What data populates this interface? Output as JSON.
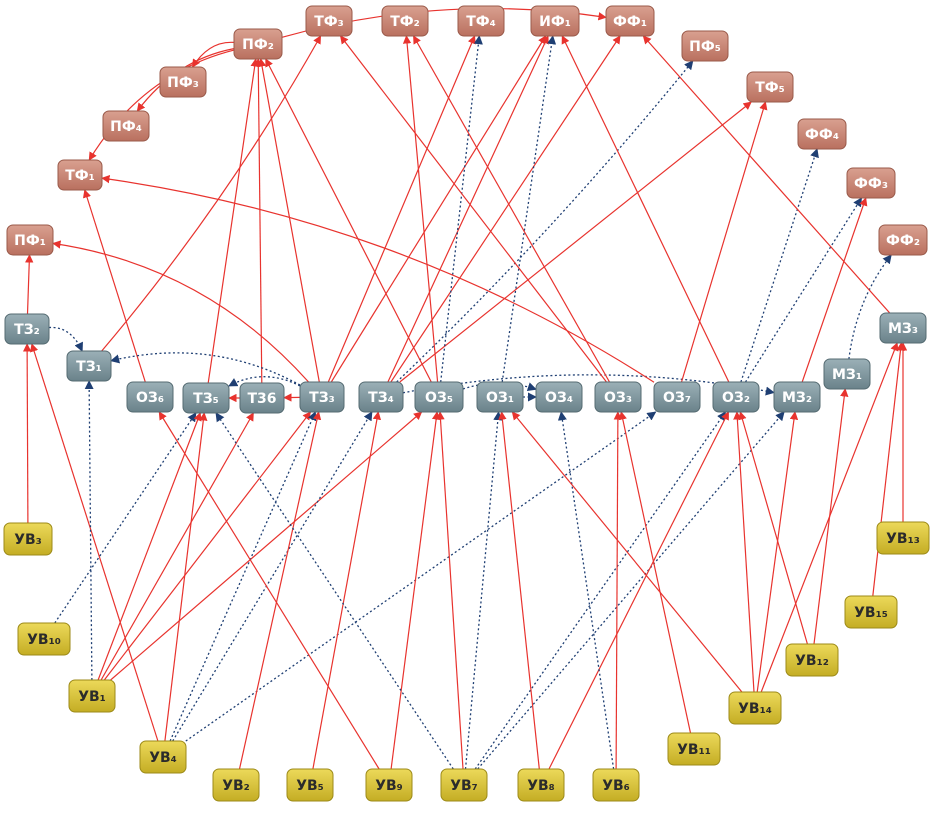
{
  "nodes": [
    {
      "id": "PF2",
      "label": "ПФ₂",
      "group": "top"
    },
    {
      "id": "TF3",
      "label": "ТФ₃",
      "group": "top"
    },
    {
      "id": "TF2",
      "label": "ТФ₂",
      "group": "top"
    },
    {
      "id": "TF4",
      "label": "ТФ₄",
      "group": "top"
    },
    {
      "id": "IF1",
      "label": "ИФ₁",
      "group": "top"
    },
    {
      "id": "FF1",
      "label": "ФФ₁",
      "group": "top"
    },
    {
      "id": "PF5",
      "label": "ПФ₅",
      "group": "top"
    },
    {
      "id": "PF3",
      "label": "ПФ₃",
      "group": "top"
    },
    {
      "id": "PF4",
      "label": "ПФ₄",
      "group": "top"
    },
    {
      "id": "TF5",
      "label": "ТФ₅",
      "group": "top"
    },
    {
      "id": "FF4",
      "label": "ФФ₄",
      "group": "top"
    },
    {
      "id": "TF1",
      "label": "ТФ₁",
      "group": "top"
    },
    {
      "id": "FF3",
      "label": "ФФ₃",
      "group": "top"
    },
    {
      "id": "PF1",
      "label": "ПФ₁",
      "group": "top"
    },
    {
      "id": "FF2",
      "label": "ФФ₂",
      "group": "top"
    },
    {
      "id": "TZ2",
      "label": "ТЗ₂",
      "group": "mid"
    },
    {
      "id": "TZ1",
      "label": "ТЗ₁",
      "group": "mid"
    },
    {
      "id": "MZ3",
      "label": "МЗ₃",
      "group": "mid"
    },
    {
      "id": "MZ1",
      "label": "МЗ₁",
      "group": "mid"
    },
    {
      "id": "OZ6",
      "label": "ОЗ₆",
      "group": "mid"
    },
    {
      "id": "TZ5",
      "label": "ТЗ₅",
      "group": "mid"
    },
    {
      "id": "T36",
      "label": "Т36",
      "group": "mid"
    },
    {
      "id": "TZ3",
      "label": "ТЗ₃",
      "group": "mid"
    },
    {
      "id": "TZ4",
      "label": "ТЗ₄",
      "group": "mid"
    },
    {
      "id": "OZ5",
      "label": "ОЗ₅",
      "group": "mid"
    },
    {
      "id": "OZ1",
      "label": "ОЗ₁",
      "group": "mid"
    },
    {
      "id": "OZ4",
      "label": "ОЗ₄",
      "group": "mid"
    },
    {
      "id": "OZ3",
      "label": "ОЗ₃",
      "group": "mid"
    },
    {
      "id": "OZ7",
      "label": "ОЗ₇",
      "group": "mid"
    },
    {
      "id": "OZ2",
      "label": "ОЗ₂",
      "group": "mid"
    },
    {
      "id": "MZ2",
      "label": "МЗ₂",
      "group": "mid"
    },
    {
      "id": "UV3",
      "label": "УВ₃",
      "group": "bottom"
    },
    {
      "id": "UV13",
      "label": "УВ₁₃",
      "group": "bottom"
    },
    {
      "id": "UV10",
      "label": "УВ₁₀",
      "group": "bottom"
    },
    {
      "id": "UV15",
      "label": "УВ₁₅",
      "group": "bottom"
    },
    {
      "id": "UV12",
      "label": "УВ₁₂",
      "group": "bottom"
    },
    {
      "id": "UV1",
      "label": "УВ₁",
      "group": "bottom"
    },
    {
      "id": "UV14",
      "label": "УВ₁₄",
      "group": "bottom"
    },
    {
      "id": "UV4",
      "label": "УВ₄",
      "group": "bottom"
    },
    {
      "id": "UV11",
      "label": "УВ₁₁",
      "group": "bottom"
    },
    {
      "id": "UV2",
      "label": "УВ₂",
      "group": "bottom"
    },
    {
      "id": "UV5",
      "label": "УВ₅",
      "group": "bottom"
    },
    {
      "id": "UV9",
      "label": "УВ₉",
      "group": "bottom"
    },
    {
      "id": "UV7",
      "label": "УВ₇",
      "group": "bottom"
    },
    {
      "id": "UV8",
      "label": "УВ₈",
      "group": "bottom"
    },
    {
      "id": "UV6",
      "label": "УВ₆",
      "group": "bottom"
    }
  ],
  "edges": [
    {
      "from": "UV3",
      "to": "TZ2",
      "style": "solid"
    },
    {
      "from": "UV4",
      "to": "TZ2",
      "style": "solid"
    },
    {
      "from": "UV10",
      "to": "TZ5",
      "style": "dotted"
    },
    {
      "from": "UV1",
      "to": "TZ1",
      "style": "dotted"
    },
    {
      "from": "UV1",
      "to": "TZ5",
      "style": "solid"
    },
    {
      "from": "UV1",
      "to": "T36",
      "style": "solid"
    },
    {
      "from": "UV1",
      "to": "TZ3",
      "style": "solid"
    },
    {
      "from": "UV1",
      "to": "OZ5",
      "style": "solid"
    },
    {
      "from": "UV4",
      "to": "TZ5",
      "style": "solid"
    },
    {
      "from": "UV4",
      "to": "TZ3",
      "style": "dotted"
    },
    {
      "from": "UV4",
      "to": "TZ4",
      "style": "dotted"
    },
    {
      "from": "UV4",
      "to": "OZ7",
      "style": "dotted"
    },
    {
      "from": "UV2",
      "to": "TZ3",
      "style": "solid"
    },
    {
      "from": "UV5",
      "to": "TZ4",
      "style": "solid"
    },
    {
      "from": "UV9",
      "to": "OZ5",
      "style": "solid"
    },
    {
      "from": "UV9",
      "to": "OZ6",
      "style": "solid"
    },
    {
      "from": "UV7",
      "to": "OZ5",
      "style": "solid"
    },
    {
      "from": "UV7",
      "to": "OZ1",
      "style": "dotted"
    },
    {
      "from": "UV7",
      "to": "TZ5",
      "style": "dotted"
    },
    {
      "from": "UV7",
      "to": "OZ2",
      "style": "dotted"
    },
    {
      "from": "UV7",
      "to": "MZ2",
      "style": "dotted"
    },
    {
      "from": "UV8",
      "to": "OZ1",
      "style": "solid"
    },
    {
      "from": "UV8",
      "to": "OZ2",
      "style": "solid"
    },
    {
      "from": "UV6",
      "to": "OZ3",
      "style": "solid"
    },
    {
      "from": "UV6",
      "to": "OZ4",
      "style": "dotted"
    },
    {
      "from": "UV11",
      "to": "OZ3",
      "style": "solid"
    },
    {
      "from": "UV14",
      "to": "OZ1",
      "style": "solid"
    },
    {
      "from": "UV14",
      "to": "OZ2",
      "style": "solid"
    },
    {
      "from": "UV14",
      "to": "MZ2",
      "style": "solid"
    },
    {
      "from": "UV14",
      "to": "MZ3",
      "style": "solid"
    },
    {
      "from": "UV12",
      "to": "OZ2",
      "style": "solid"
    },
    {
      "from": "UV12",
      "to": "MZ1",
      "style": "solid"
    },
    {
      "from": "UV15",
      "to": "MZ3",
      "style": "solid"
    },
    {
      "from": "UV13",
      "to": "MZ3",
      "style": "solid"
    },
    {
      "from": "TZ2",
      "to": "PF1",
      "style": "solid"
    },
    {
      "from": "TZ2",
      "to": "TZ1",
      "style": "dotted"
    },
    {
      "from": "TZ1",
      "to": "TF3",
      "style": "solid"
    },
    {
      "from": "OZ6",
      "to": "TF1",
      "style": "solid"
    },
    {
      "from": "TZ5",
      "to": "PF2",
      "style": "solid"
    },
    {
      "from": "T36",
      "to": "PF2",
      "style": "solid"
    },
    {
      "from": "T36",
      "to": "TZ5",
      "style": "solid"
    },
    {
      "from": "TZ3",
      "to": "PF2",
      "style": "solid"
    },
    {
      "from": "TZ3",
      "to": "T36",
      "style": "solid"
    },
    {
      "from": "TZ3",
      "to": "TZ5",
      "style": "dotted"
    },
    {
      "from": "TZ3",
      "to": "TZ1",
      "style": "dotted"
    },
    {
      "from": "TZ3",
      "to": "TF4",
      "style": "solid"
    },
    {
      "from": "TZ3",
      "to": "IF1",
      "style": "solid"
    },
    {
      "from": "TZ3",
      "to": "PF1",
      "style": "solid"
    },
    {
      "from": "TZ4",
      "to": "IF1",
      "style": "solid"
    },
    {
      "from": "TZ4",
      "to": "FF1",
      "style": "solid"
    },
    {
      "from": "TZ4",
      "to": "PF5",
      "style": "dotted"
    },
    {
      "from": "TZ4",
      "to": "TF5",
      "style": "solid"
    },
    {
      "from": "TZ4",
      "to": "MZ2",
      "style": "dotted"
    },
    {
      "from": "OZ5",
      "to": "PF2",
      "style": "solid"
    },
    {
      "from": "OZ5",
      "to": "TF2",
      "style": "solid"
    },
    {
      "from": "OZ5",
      "to": "TF4",
      "style": "dotted"
    },
    {
      "from": "OZ5",
      "to": "OZ4",
      "style": "dotted"
    },
    {
      "from": "OZ1",
      "to": "OZ4",
      "style": "dotted"
    },
    {
      "from": "OZ1",
      "to": "IF1",
      "style": "dotted"
    },
    {
      "from": "OZ3",
      "to": "TF3",
      "style": "solid"
    },
    {
      "from": "OZ3",
      "to": "TF2",
      "style": "solid"
    },
    {
      "from": "OZ7",
      "to": "TF1",
      "style": "solid"
    },
    {
      "from": "OZ7",
      "to": "TF5",
      "style": "solid"
    },
    {
      "from": "OZ2",
      "to": "FF4",
      "style": "dotted"
    },
    {
      "from": "OZ2",
      "to": "FF3",
      "style": "dotted"
    },
    {
      "from": "OZ2",
      "to": "IF1",
      "style": "solid"
    },
    {
      "from": "MZ2",
      "to": "FF3",
      "style": "solid"
    },
    {
      "from": "MZ1",
      "to": "FF2",
      "style": "dotted"
    },
    {
      "from": "MZ3",
      "to": "FF1",
      "style": "solid"
    },
    {
      "from": "PF2",
      "to": "PF3",
      "style": "solid"
    },
    {
      "from": "PF2",
      "to": "PF4",
      "style": "solid"
    },
    {
      "from": "PF2",
      "to": "TF1",
      "style": "solid"
    },
    {
      "from": "PF2",
      "to": "FF1",
      "style": "solid"
    }
  ],
  "colors": {
    "top_fill": "#c98777",
    "top_text": "#ffffff",
    "mid_fill": "#7e959d",
    "mid_text": "#ffffff",
    "bottom_fill": "#d6c23a",
    "bottom_text": "#2b2b2b",
    "edge_solid": "#e8332e",
    "edge_dotted": "#1f3f73"
  }
}
